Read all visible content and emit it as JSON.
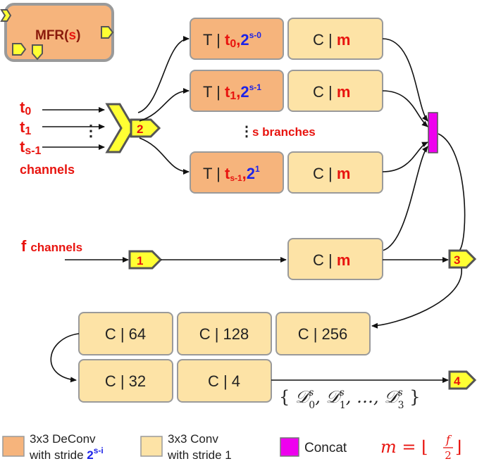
{
  "module": {
    "name": "MFR",
    "param": "s",
    "colors": {
      "fill": "#f6b47c",
      "border": "#9a9a9a",
      "port": "#ffff33"
    }
  },
  "inputs": {
    "t0": "t",
    "t0_sub": "0",
    "t1": "t",
    "t1_sub": "1",
    "ts1": "t",
    "ts1_sub": "s-1",
    "dots": "⋮",
    "channels": "channels",
    "f_label": "f",
    "f_channels": "channels"
  },
  "branches": [
    {
      "t_label": "T | ",
      "t_sub_base": "t",
      "t_sub_index": "0",
      "stride_base": "2",
      "stride_exp": "s-0",
      "c_label": "C | ",
      "c_m": "m"
    },
    {
      "t_label": "T | ",
      "t_sub_base": "t",
      "t_sub_index": "1",
      "stride_base": "2",
      "stride_exp": "s-1",
      "c_label": "C | ",
      "c_m": "m"
    },
    {
      "t_label": "T | ",
      "t_sub_base": "t",
      "t_sub_index": "s-1",
      "stride_base": "2",
      "stride_exp": "1",
      "c_label": "C | ",
      "c_m": "m"
    }
  ],
  "branch_dots": "⋮",
  "branch_note": "s branches",
  "f_conv": {
    "c_label": "C | ",
    "c_m": "m"
  },
  "ports": {
    "p1": "1",
    "p2": "2",
    "p3": "3",
    "p4": "4"
  },
  "tail": [
    {
      "id": "c64",
      "label": "C | 64"
    },
    {
      "id": "c128",
      "label": "C | 128"
    },
    {
      "id": "c256",
      "label": "C | 256"
    },
    {
      "id": "c32",
      "label": "C | 32"
    },
    {
      "id": "c4",
      "label": "C | 4"
    }
  ],
  "output": {
    "open": "{",
    "D": "𝒟",
    "sup": "s",
    "sub0": "0",
    "sub1": "1",
    "sep": ",",
    "ellipsis": "…",
    "sub3": "3",
    "close": "}"
  },
  "legend": {
    "deconv_line1": "3x3 DeConv",
    "deconv_line2": "with stride ",
    "deconv_base": "2",
    "deconv_exp": "s-i",
    "conv_line1": "3x3 Conv",
    "conv_line2": "with stride 1",
    "concat": "Concat",
    "m_eq": "m = ",
    "floor_l": "⌊",
    "frac_num": "f",
    "frac_den": "2",
    "floor_r": "⌋",
    "colors": {
      "deconv": "#f6b47c",
      "conv": "#fde3a6",
      "concat": "#ee00ee"
    }
  }
}
